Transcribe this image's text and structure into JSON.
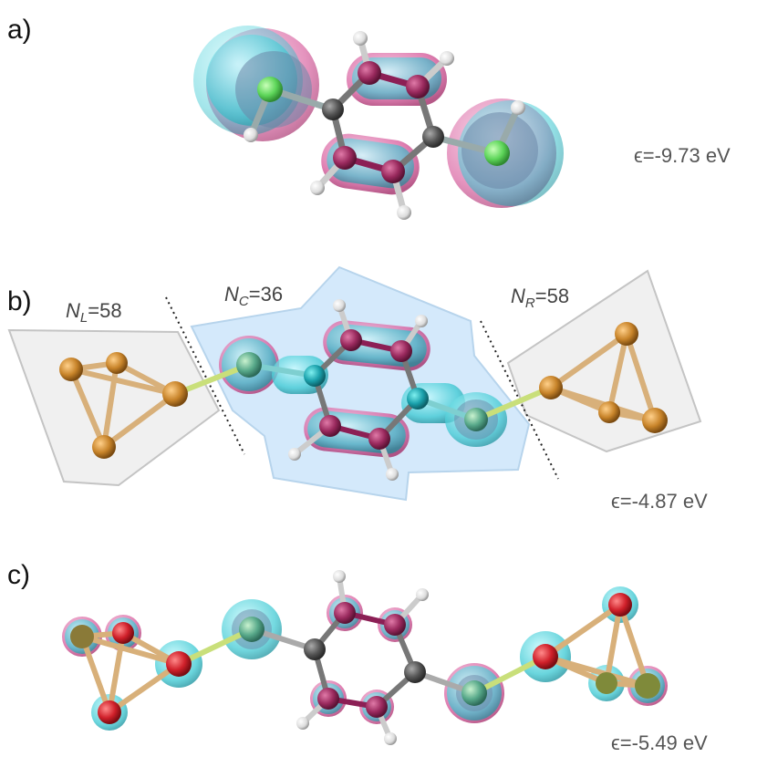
{
  "panels": [
    {
      "label": "a)",
      "energy": "ϵ=-9.73 eV"
    },
    {
      "label": "b)",
      "energy": "ϵ=-4.87 eV"
    },
    {
      "label": "c)",
      "energy": "ϵ=-5.49 eV"
    }
  ],
  "regions": {
    "left": {
      "symbol": "N",
      "subscript": "L",
      "value": "=58"
    },
    "center": {
      "symbol": "N",
      "subscript": "C",
      "value": "=36"
    },
    "right": {
      "symbol": "N",
      "subscript": "R",
      "value": "=58"
    }
  },
  "colors": {
    "carbon": "#8c1f55",
    "carbon_link": "#555555",
    "hydrogen": "#eeeeee",
    "sulfur": "#6fdc6a",
    "gold": "#c98a2e",
    "orbital_positive": "#3fd0d6",
    "orbital_negative": "#d6569a",
    "central_region_fill": "#d3e9fa",
    "electrode_region_fill": "#efefef"
  }
}
